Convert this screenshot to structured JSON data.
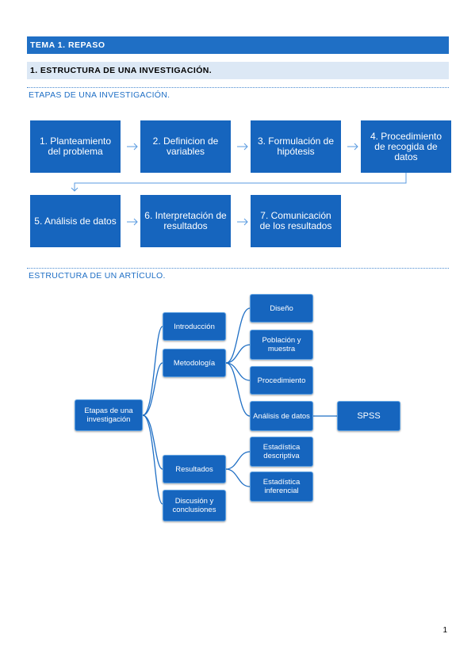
{
  "header": {
    "tema": "TEMA 1. REPASO",
    "section": "1. ESTRUCTURA DE UNA INVESTIGACIÓN."
  },
  "etapas": {
    "title": "ETAPAS DE UNA INVESTIGACIÓN.",
    "steps": [
      "1. Planteamiento del problema",
      "2. Definicion de variables",
      "3. Formulación de hipótesis",
      "4. Procedimiento de recogida de datos",
      "5. Análisis de datos",
      "6. Interpretación de resultados",
      "7. Comunicación de los resultados"
    ]
  },
  "articulo": {
    "title": "ESTRUCTURA DE UN ARTÍCULO.",
    "root": "Etapas de una investigación",
    "level1": [
      "Introducción",
      "Metodología",
      "Resultados",
      "Discusión y conclusiones"
    ],
    "metodologia": [
      "Diseño",
      "Población y muestra",
      "Procedimiento",
      "Análisis de datos"
    ],
    "resultados": [
      "Estadística descriptiva",
      "Estadística inferencial"
    ],
    "analisis": "SPSS"
  },
  "colors": {
    "accent": "#1F6FC5",
    "box": "#1665BE",
    "section_bg": "#DCE8F5"
  },
  "page_number": "1"
}
